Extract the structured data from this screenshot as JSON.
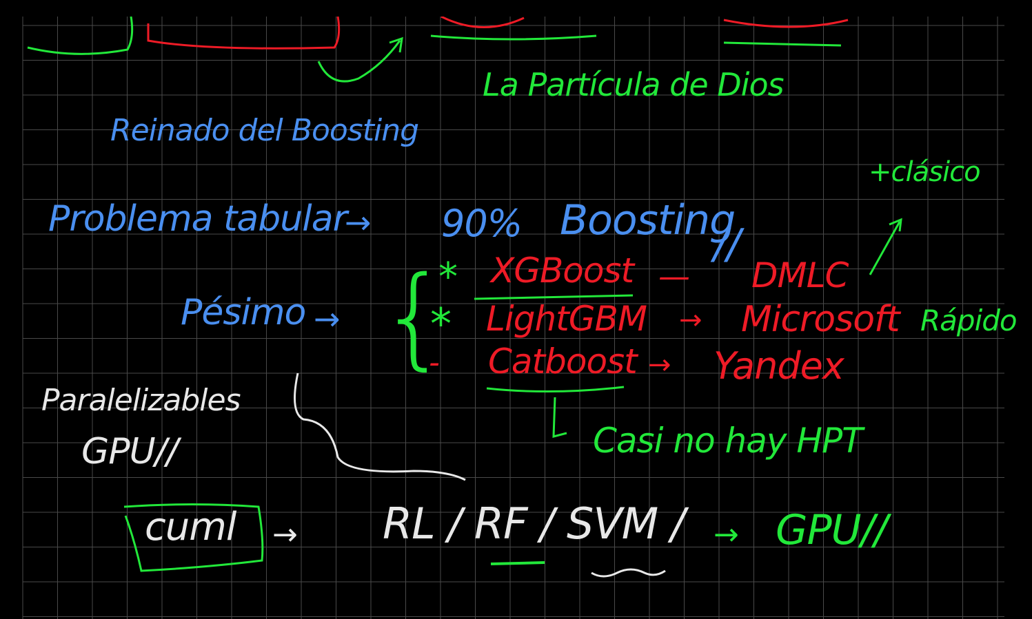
{
  "colors": {
    "background": "#000000",
    "grid": "#4a4a4a",
    "blue": "#4a8ff0",
    "green": "#22e83a",
    "red": "#ee1b26",
    "white": "#e8e8e8"
  },
  "notes": {
    "particula": "La Partícula de Dios",
    "reinado": "Reinado del Boosting",
    "problema": "Problema tabular",
    "arrow1": "→",
    "percent": "90%",
    "boosting": "Boosting",
    "slashes1": "//",
    "clasico": "+clásico",
    "pesimo": "Pésimo",
    "arrow2": "→",
    "brace": "{",
    "star1": "*",
    "xgboost": "XGBoost",
    "dash1": "—",
    "dmlc": "DMLC",
    "star2": "*",
    "lightgbm": "LightGBM",
    "arrow3": "→",
    "microsoft": "Microsoft",
    "rapido": "Rápido",
    "dash2": "-",
    "catboost": "Catboost",
    "arrow4": "→",
    "yandex": "Yandex",
    "casi": "Casi no hay HPT",
    "paralelizables": "Paralelizables",
    "gpu_left": "GPU//",
    "cuml": "cuml",
    "arrow5": "→",
    "rl_rf_svm": "RL / RF / SVM /",
    "arrow6": "→",
    "gpu_right": "GPU//"
  }
}
